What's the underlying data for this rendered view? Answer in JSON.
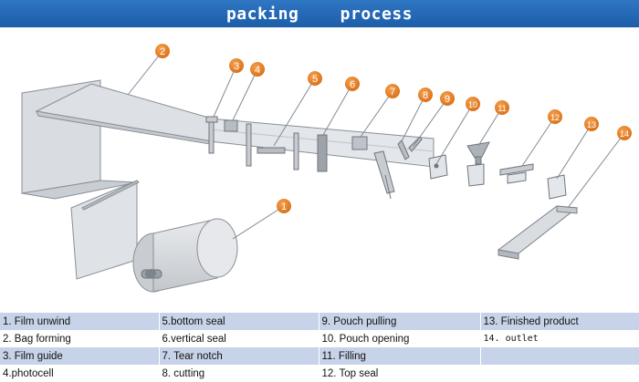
{
  "title": "packing    process",
  "callouts": [
    "2",
    "3",
    "4",
    "5",
    "6",
    "7",
    "8",
    "9",
    "10",
    "11",
    "12",
    "13",
    "14",
    "1"
  ],
  "legend": {
    "rows": [
      [
        "1. Film  unwind",
        "5.bottom seal",
        "9. Pouch pulling",
        "13. Finished product"
      ],
      [
        "2. Bag forming",
        "6.vertical seal",
        "10. Pouch  opening",
        "14. outlet"
      ],
      [
        "3. Film guide",
        "7. Tear notch",
        "11. Filling",
        ""
      ],
      [
        "4.photocell",
        "8. cutting",
        "12. Top seal",
        ""
      ]
    ]
  },
  "colors": {
    "title_bar": "#1f63ae",
    "callout": "#e8842b",
    "shaded_row": "#c7d3e8"
  }
}
